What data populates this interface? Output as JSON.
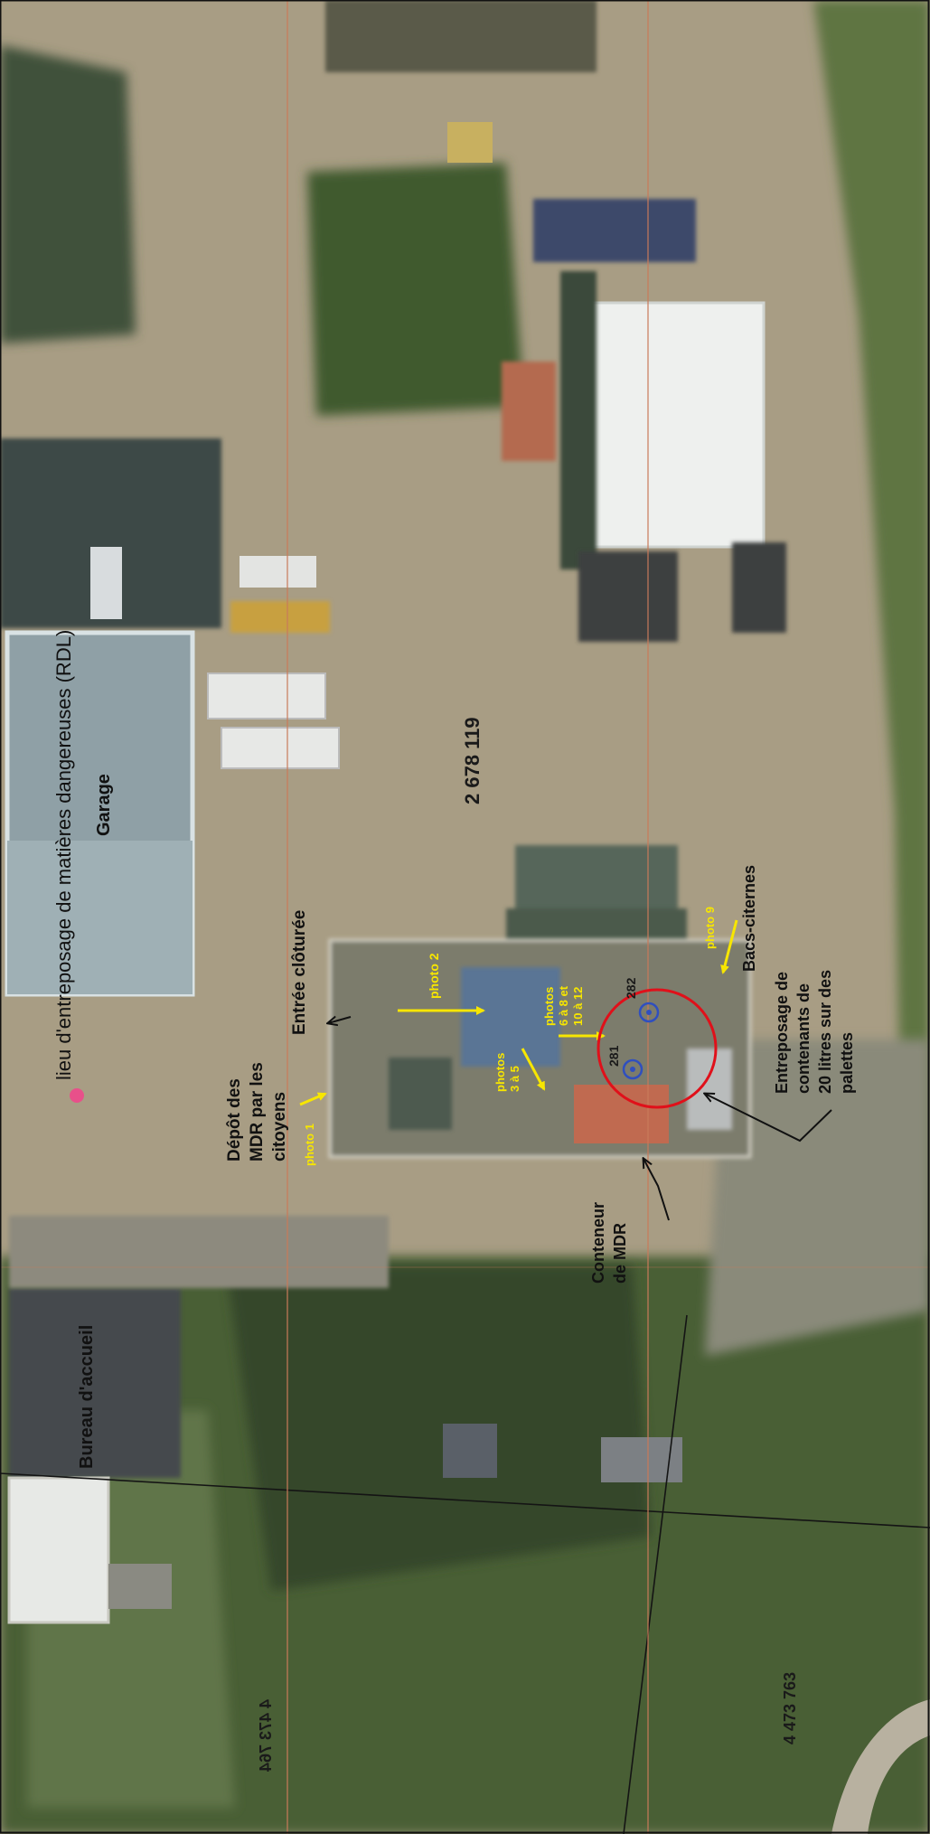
{
  "map": {
    "labels": {
      "rdl": "lieu d'entreposage de matières dangereuses (RDL)",
      "garage": "Garage",
      "bureau": "Bureau d'accueil",
      "lot_main": "2 678 119",
      "lot_lower": "4 473 763",
      "lot_lower_mirrored": "4 473 764",
      "entree": "Entrée clôturée",
      "depot": [
        "Dépôt des",
        "MDR par les",
        "citoyens"
      ],
      "conteneur": [
        "Conteneur",
        "de MDR"
      ],
      "bacs": "Bacs-citernes",
      "entreposage": [
        "Entreposage de",
        "contenants de",
        "20 litres sur des",
        "palettes"
      ]
    },
    "photos": {
      "photo_1": "photo 1",
      "photo_2": "photo 2",
      "photos_3_5": [
        "photos",
        "3 à 5"
      ],
      "photos_6_12": [
        "photos",
        "6 à 8 et",
        "10 à 12"
      ],
      "photo_9": "photo 9"
    },
    "points": [
      {
        "label": "281"
      },
      {
        "label": "282"
      }
    ],
    "colors": {
      "annotation_yellow": "#f7e600",
      "annotation_black": "#111111",
      "circle_red": "#e0101a",
      "point_blue": "#2f4fbf",
      "rdl_marker": "#e8508a",
      "parcel_line": "#c97a5a"
    }
  }
}
